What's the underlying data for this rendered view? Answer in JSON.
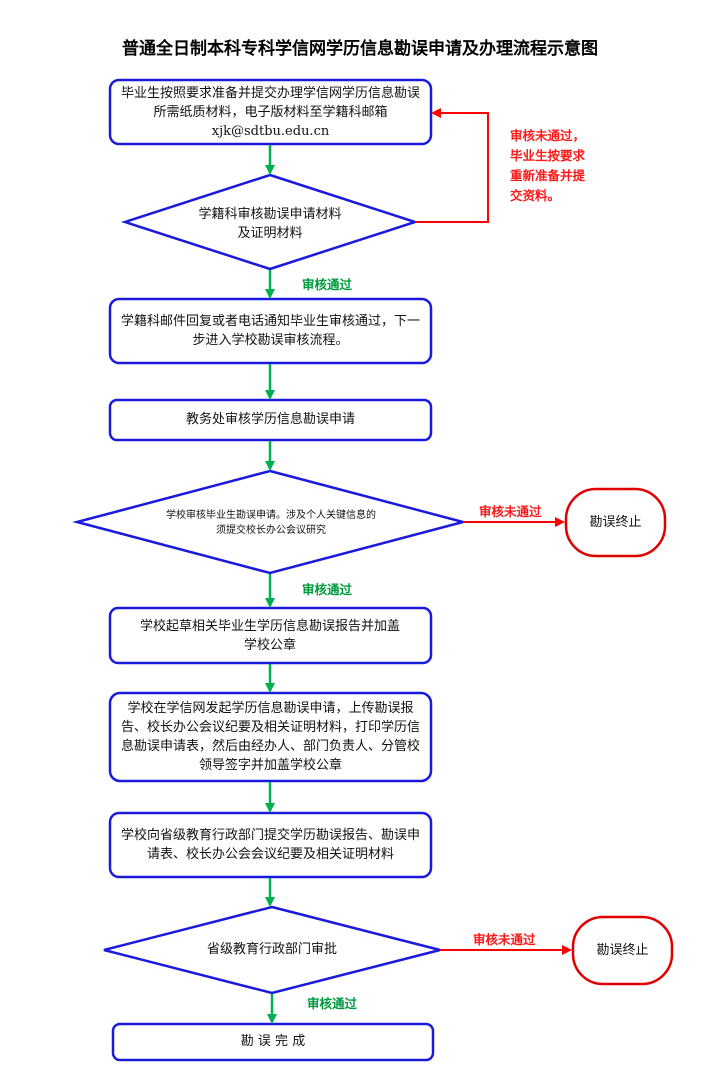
{
  "title": "普通全日制本科专科学信网学历信息勘误申请及办理流程示意图",
  "steps": {
    "s1": "毕业生按照要求准备并提交办理学信网学历信息勘误所需纸质材料，电子版材料至学籍科邮箱xjk@sdtbu.edu.cn",
    "d1": "学籍科审核勘误申请材料及证明材料",
    "s2": "学籍科邮件回复或者电话通知毕业生审核通过，下一步进入学校勘误审核流程。",
    "s3": "教务处审核学历信息勘误申请",
    "d2": "学校审核毕业生勘误申请。涉及个人关键信息的须提交校长办公会议研究",
    "s4": "学校起草相关毕业生学历信息勘误报告并加盖学校公章",
    "s5": "学校在学信网发起学历信息勘误申请，上传勘误报告、校长办公会议纪要及相关证明材料，打印学历信息勘误申请表，然后由经办人、部门负责人、分管校领导签字并加盖学校公章",
    "s6": "学校向省级教育行政部门提交学历勘误报告、勘误申请表、校长办公会会议纪要及相关证明材料",
    "d3": "省级教育行政部门审批",
    "s7": "勘 误 完 成"
  },
  "labels": {
    "pass1": "审核通过",
    "pass2": "审核通过",
    "pass3": "审核通过",
    "reject1": "审核未通过，毕业生按要求重新准备并提交资料。",
    "reject2": "审核未通过",
    "reject3": "审核未通过"
  },
  "terminals": {
    "t1": "勘误终止",
    "t2": "勘误终止"
  },
  "colors": {
    "box_stroke": "#1a1adf",
    "arrow_green": "#00b050",
    "arrow_red": "#ff0000",
    "terminal_stroke": "#e00000"
  }
}
